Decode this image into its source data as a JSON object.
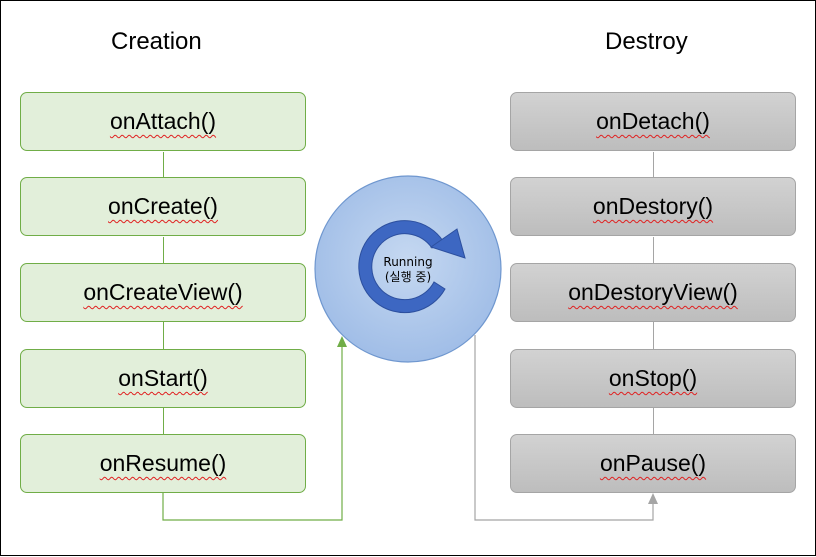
{
  "creation": {
    "title": "Creation",
    "steps": [
      "onAttach()",
      "onCreate()",
      "onCreateView()",
      "onStart()",
      "onResume()"
    ]
  },
  "destroy": {
    "title": "Destroy",
    "steps": [
      "onDetach()",
      "onDestory()",
      "onDestoryView()",
      "onStop()",
      "onPause()"
    ]
  },
  "running": {
    "line1": "Running",
    "line2": "(실행 중)"
  },
  "colors": {
    "creation_fill": "#e2efda",
    "creation_border": "#70ad47",
    "destroy_fill": "#bfbfbf",
    "destroy_border": "#a5a5a5",
    "circle_fill": "#a9c4e8",
    "circle_border": "#6f97cf",
    "cycle_arrow": "#3d67c2"
  }
}
